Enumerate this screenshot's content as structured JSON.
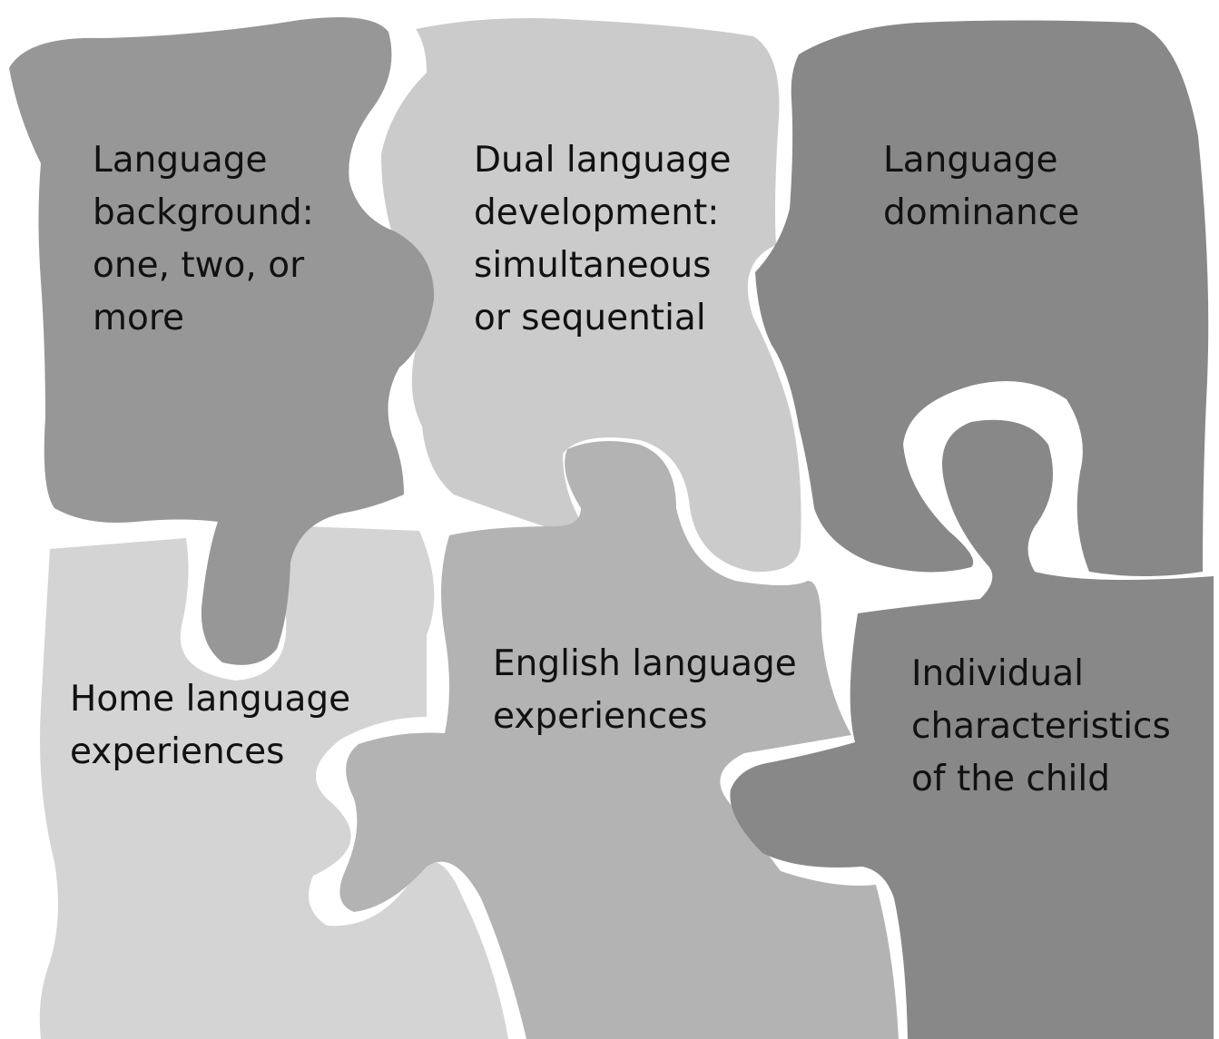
{
  "pieces": [
    {
      "name": "language-background",
      "lines": [
        "Language",
        "background:",
        "one, two, or",
        "more"
      ],
      "color": "#979797"
    },
    {
      "name": "dual-language-development",
      "lines": [
        "Dual language",
        "development:",
        "simultaneous",
        "or sequential"
      ],
      "color": "#cbcbcb"
    },
    {
      "name": "language-dominance",
      "lines": [
        "Language",
        "dominance"
      ],
      "color": "#888888"
    },
    {
      "name": "home-language-experiences",
      "lines": [
        "Home language",
        "experiences"
      ],
      "color": "#d4d4d4"
    },
    {
      "name": "english-language-experiences",
      "lines": [
        "English language",
        "experiences"
      ],
      "color": "#b3b3b3"
    },
    {
      "name": "individual-characteristics",
      "lines": [
        "Individual",
        "characteristics",
        "of the child"
      ],
      "color": "#888888"
    }
  ]
}
